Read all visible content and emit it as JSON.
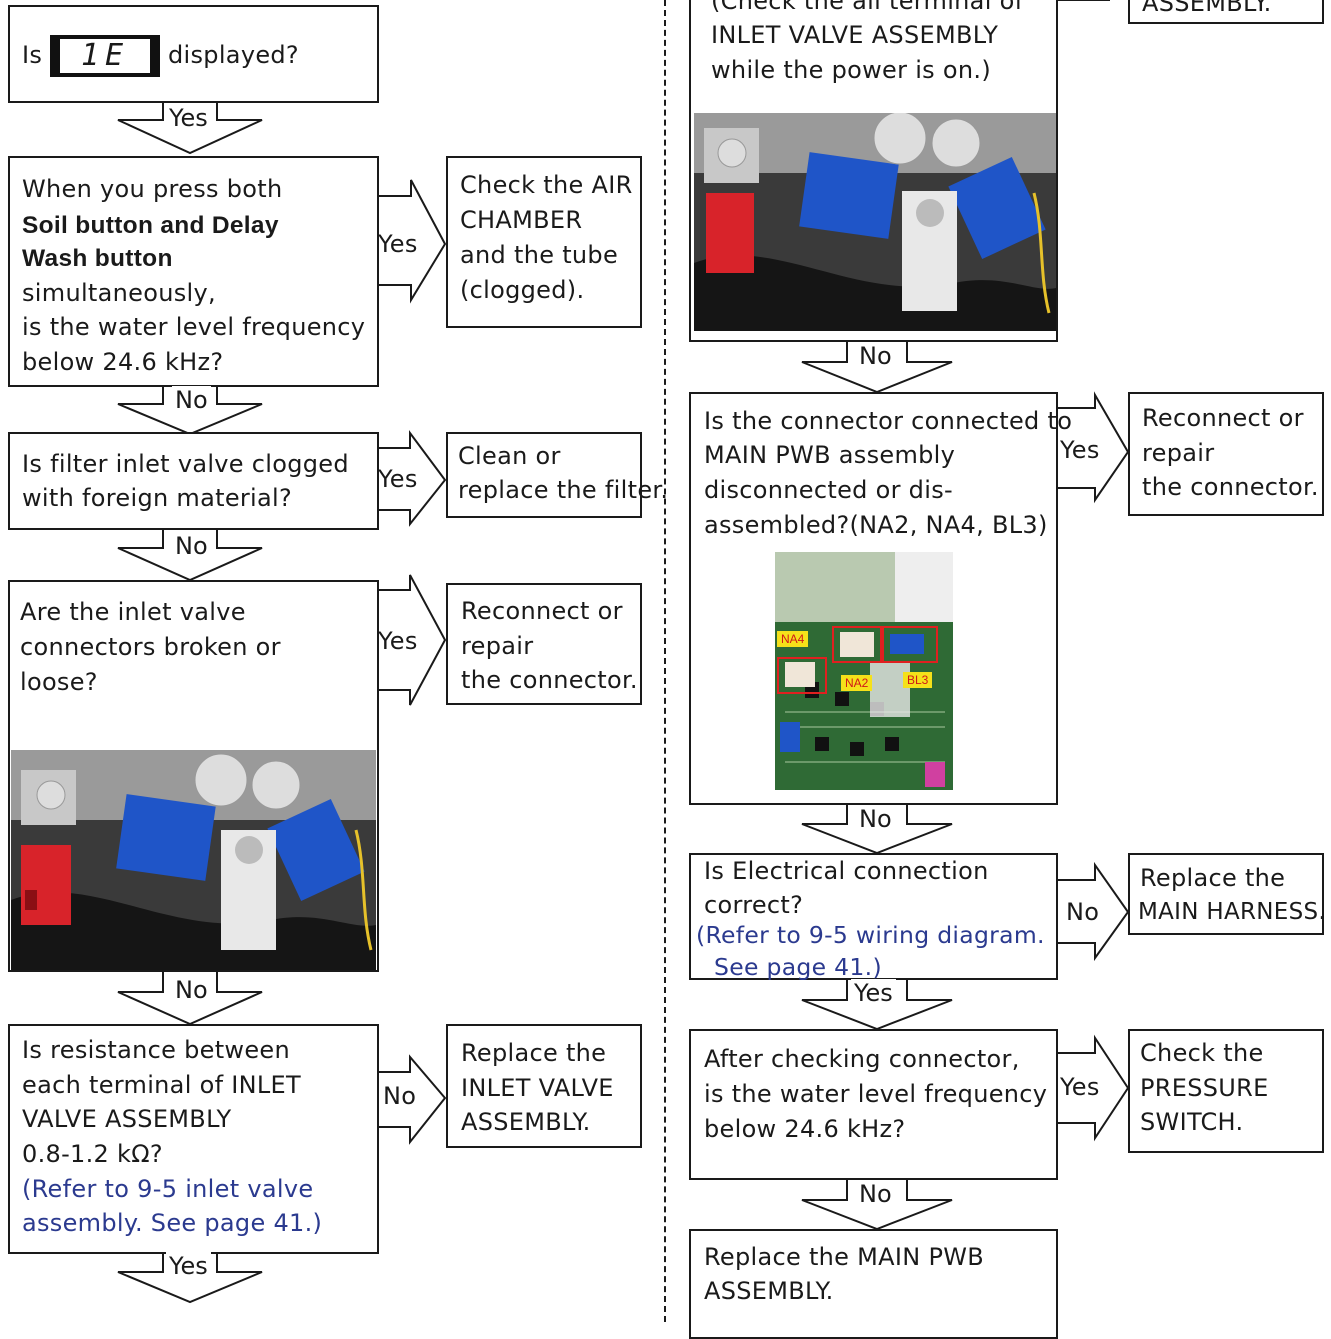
{
  "left": {
    "q1": {
      "prefix": "Is",
      "display_code": "1E",
      "suffix": "displayed?"
    },
    "l1": "Yes",
    "q2": {
      "lines": [
        "When you press both"
      ],
      "bold": [
        "Soil button and Delay",
        "Wash button"
      ],
      "rest": [
        "simultaneously,",
        "is the water level frequency",
        "below 24.6 kHz?"
      ]
    },
    "q2_yes": "Yes",
    "a2": [
      "Check the AIR",
      "CHAMBER",
      "and the tube",
      "(clogged)."
    ],
    "l2": "No",
    "q3": [
      "Is filter inlet valve clogged",
      "with foreign material?"
    ],
    "q3_yes": "Yes",
    "a3": [
      "Clean or",
      "replace the filter."
    ],
    "l3": "No",
    "q4": [
      "Are the inlet valve",
      "connectors broken or",
      "loose?"
    ],
    "q4_yes": "Yes",
    "a4": [
      "Reconnect or",
      "repair",
      "the connector."
    ],
    "l4": "No",
    "q5": [
      "Is resistance between",
      "each terminal of INLET",
      "VALVE ASSEMBLY",
      "0.8-1.2 kΩ?"
    ],
    "q5_ref": [
      "(Refer to 9-5 inlet valve",
      "assembly. See page 41.)"
    ],
    "q5_no": "No",
    "a5": [
      "Replace the",
      "INLET VALVE",
      "ASSEMBLY."
    ],
    "l5": "Yes"
  },
  "right": {
    "q1": [
      "(Check the all terminal of",
      "INLET VALVE ASSEMBLY",
      "while the power is on.)"
    ],
    "a1": [
      "ASSEMBLY."
    ],
    "l1": "No",
    "q2": [
      "Is the connector connected to",
      "MAIN PWB assembly",
      "disconnected or dis-",
      "assembled?(NA2, NA4, BL3)"
    ],
    "q2_yes": "Yes",
    "a2": [
      "Reconnect or",
      "repair",
      "the connector."
    ],
    "pwb_tags": {
      "na4": "NA4",
      "na2": "NA2",
      "bl3": "BL3"
    },
    "l2": "No",
    "q3": [
      "Is Electrical connection",
      "correct?"
    ],
    "q3_ref": [
      "(Refer to 9-5 wiring diagram.",
      "See page 41.)"
    ],
    "q3_no": "No",
    "a3": [
      "Replace the",
      "MAIN HARNESS."
    ],
    "l3": "Yes",
    "q4": [
      "After checking connector,",
      "is the water level frequency",
      "below 24.6 kHz?"
    ],
    "q4_yes": "Yes",
    "a4": [
      "Check the",
      "PRESSURE",
      "SWITCH."
    ],
    "l4": "No",
    "q5": [
      "Replace the MAIN PWB",
      "ASSEMBLY."
    ]
  },
  "colors": {
    "line": "#1a1a1a",
    "reference_text": "#2b3a8f",
    "tag_yellow": "#f5e11a",
    "tag_text": "#d01818",
    "highlight_box": "#e02020"
  }
}
